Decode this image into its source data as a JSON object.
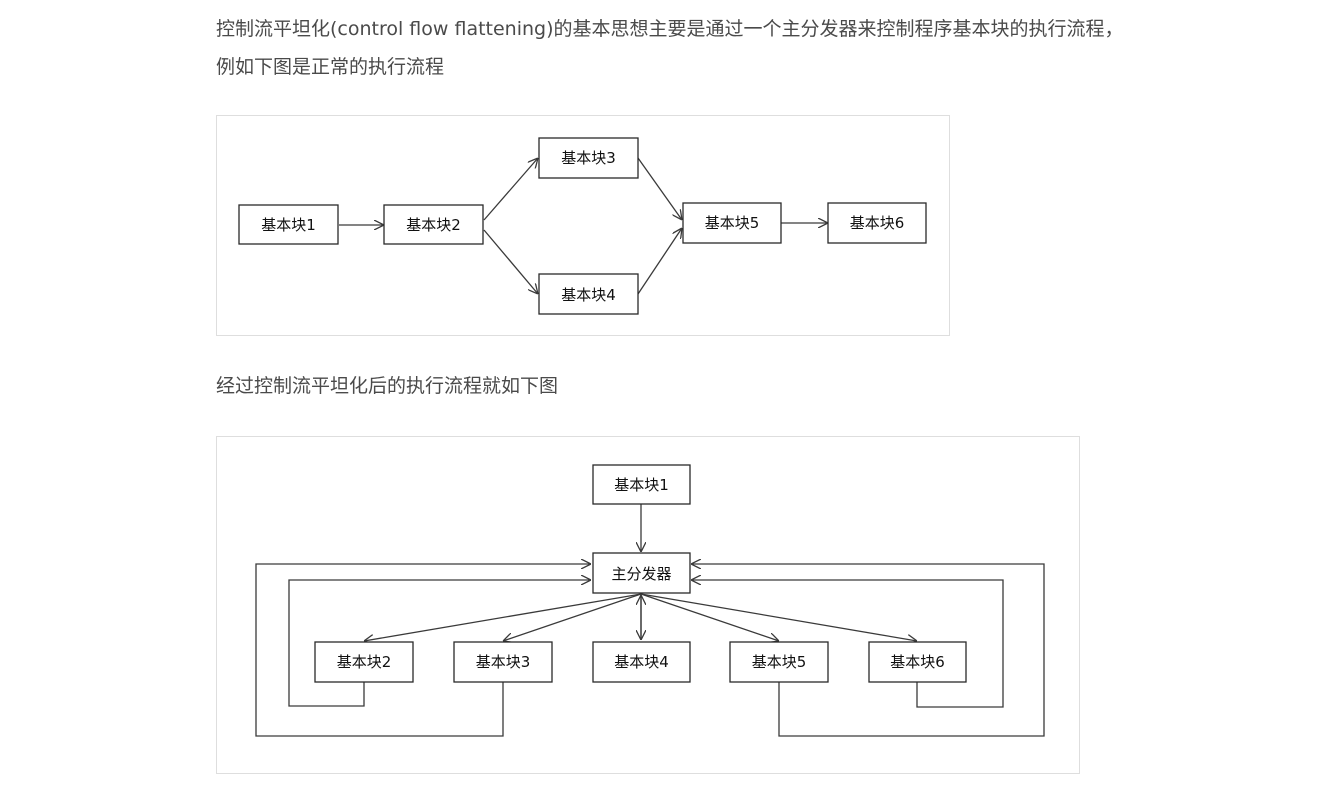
{
  "text": {
    "para1_line1": "控制流平坦化(control flow flattening)的基本思想主要是通过一个主分发器来控制程序基本块的执行流程，",
    "para1_line2": "例如下图是正常的执行流程",
    "para2": "经过控制流平坦化后的执行流程就如下图"
  },
  "diagram1": {
    "nodes": {
      "b1": "基本块1",
      "b2": "基本块2",
      "b3": "基本块3",
      "b4": "基本块4",
      "b5": "基本块5",
      "b6": "基本块6"
    }
  },
  "diagram2": {
    "nodes": {
      "b1": "基本块1",
      "dispatcher": "主分发器",
      "b2": "基本块2",
      "b3": "基本块3",
      "b4": "基本块4",
      "b5": "基本块5",
      "b6": "基本块6"
    }
  }
}
